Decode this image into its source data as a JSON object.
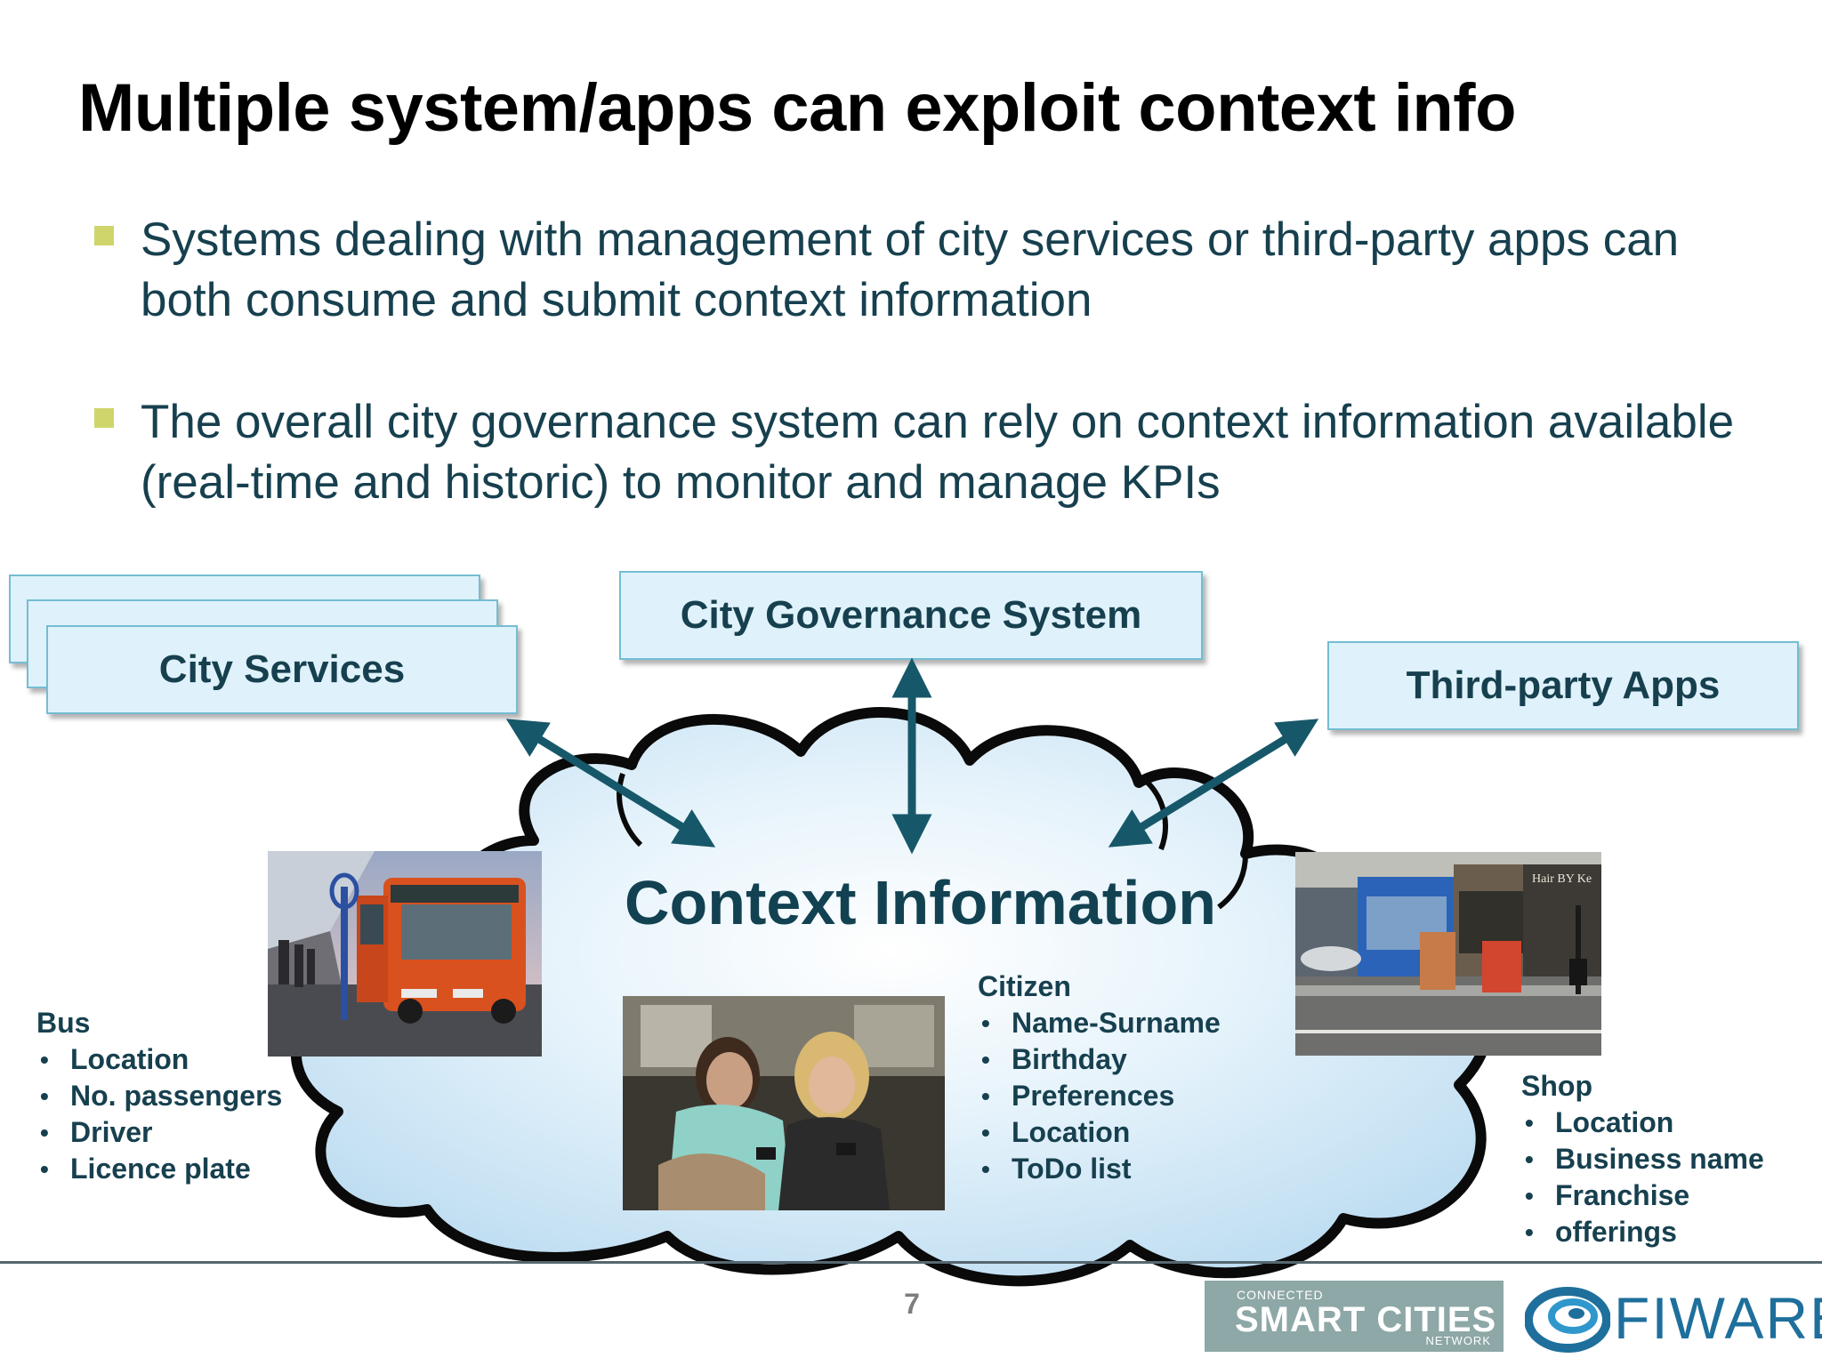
{
  "slide": {
    "title": "Multiple system/apps can exploit context info",
    "page_number": "7"
  },
  "bullets": [
    {
      "text": "Systems dealing with management of city services or third-party apps can both consume and submit context information"
    },
    {
      "text": "The overall city governance system can rely on context information available (real-time and historic) to monitor and manage KPIs"
    }
  ],
  "diagram": {
    "city_services": "City Services",
    "city_governance": "City Governance System",
    "third_party_apps": "Third-party Apps",
    "context_information": "Context Information"
  },
  "entities": {
    "bus": {
      "title": "Bus",
      "items": [
        "Location",
        "No. passengers",
        "Driver",
        "Licence plate"
      ]
    },
    "citizen": {
      "title": "Citizen",
      "items": [
        "Name-Surname",
        "Birthday",
        "Preferences",
        "Location",
        "ToDo list"
      ]
    },
    "shop": {
      "title": "Shop",
      "items": [
        "Location",
        "Business name",
        "Franchise",
        "offerings"
      ]
    }
  },
  "photo_signs": {
    "shop_sign": "Hair BY Ke"
  },
  "logos": {
    "csc_top": "CONNECTED",
    "csc_main": "SMART CITIES",
    "csc_bottom": "NETWORK",
    "fiware": "FIWARE"
  },
  "colors": {
    "text_dark": "#17404f",
    "box_fill": "#dff2fb",
    "box_border": "#74bdd2",
    "arrow": "#16586a",
    "bullet": "#cfd56a",
    "cloud_fill": "#c8e4f5"
  }
}
